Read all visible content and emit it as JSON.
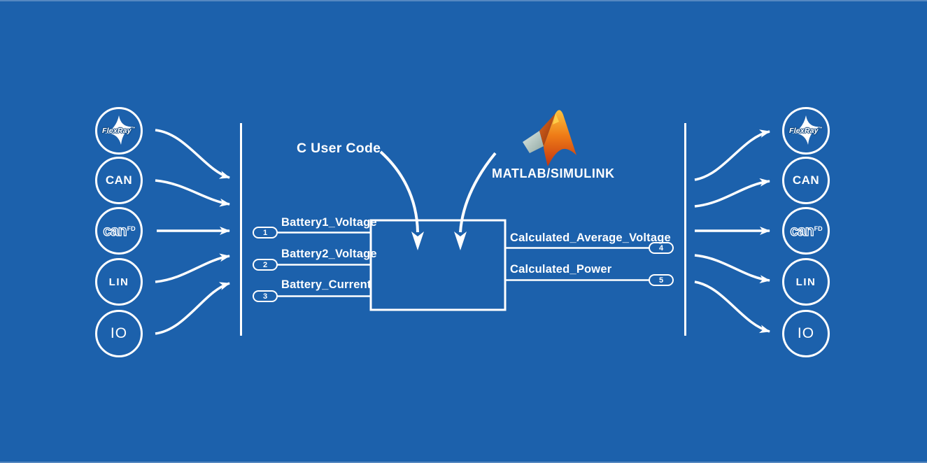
{
  "colors": {
    "background": "#1c61ac",
    "stroke": "#ffffff",
    "matlab_orange_top": "#f9b23a",
    "matlab_orange_bottom": "#cc3b12",
    "matlab_wing_dark": "#9c3c10",
    "matlab_flap_gray": "#c3d2cd"
  },
  "annotations": {
    "c_user_code": "C User Code",
    "matlab_simulink": "MATLAB/SIMULINK"
  },
  "interfaces": {
    "left": [
      {
        "id": "flexray",
        "label": "FlexRay",
        "trademark": "™"
      },
      {
        "id": "can",
        "label": "CAN"
      },
      {
        "id": "canfd",
        "label": "can",
        "superscript": "FD"
      },
      {
        "id": "lin",
        "label": "LIN"
      },
      {
        "id": "io",
        "label": "IO"
      }
    ],
    "right": [
      {
        "id": "flexray",
        "label": "FlexRay",
        "trademark": "™"
      },
      {
        "id": "can",
        "label": "CAN"
      },
      {
        "id": "canfd",
        "label": "can",
        "superscript": "FD"
      },
      {
        "id": "lin",
        "label": "LIN"
      },
      {
        "id": "io",
        "label": "IO"
      }
    ]
  },
  "code_block": {
    "inputs": [
      {
        "port": "1",
        "label": "Battery1_Voltage"
      },
      {
        "port": "2",
        "label": "Battery2_Voltage"
      },
      {
        "port": "3",
        "label": "Battery_Current"
      }
    ],
    "outputs": [
      {
        "port": "4",
        "label": "Calculated_Average_Voltage"
      },
      {
        "port": "5",
        "label": "Calculated_Power"
      }
    ]
  }
}
